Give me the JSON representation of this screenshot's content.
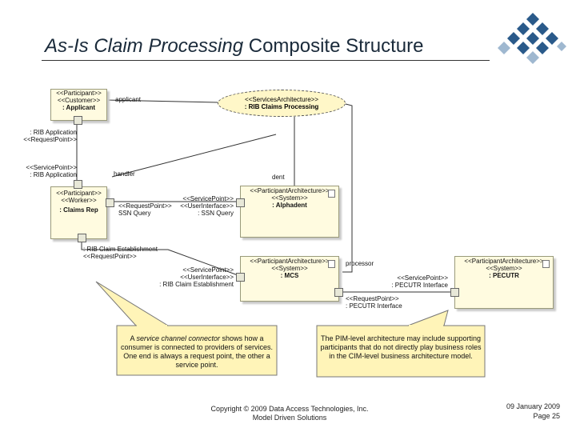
{
  "title": {
    "italic": "As-Is Claim Processing",
    "regular": " Composite Structure"
  },
  "ellipse": {
    "stereotype": "<<ServicesArchitecture>>",
    "name": ": RIB Claims Processing"
  },
  "applicant_box": {
    "st1": "<<Participant>>",
    "st2": "<<Customer>>",
    "name": ": Applicant"
  },
  "claimsrep_box": {
    "st1": "<<Participant>>",
    "st2": "<<Worker>>",
    "name": ": Claims Rep"
  },
  "alphadent_box": {
    "st1": "<<ParticipantArchitecture>>",
    "st2": "<<System>>",
    "name": ": Alphadent"
  },
  "mcs_box": {
    "st1": "<<ParticipantArchitecture>>",
    "st2": "<<System>>",
    "name": ": MCS"
  },
  "pecutr_box": {
    "st1": "<<ParticipantArchitecture>>",
    "st2": "<<System>>",
    "name": ": PECUTR"
  },
  "labels": {
    "applicant": "applicant",
    "handler": "handler",
    "dent": "dent",
    "processor": "processor",
    "rib_app_req_1": ": RIB Application",
    "rib_app_req_2": "<<RequestPoint>>",
    "rib_app_svc_1": "<<ServicePoint>>",
    "rib_app_svc_2": ": RIB Application",
    "ssn_req_1": "<<RequestPoint>>",
    "ssn_req_2": "SSN Query",
    "ssn_svc_1": "<<ServicePoint>>",
    "ssn_svc_2": "<<UserInterface>>",
    "ssn_svc_3": ": SSN Query",
    "est_req_1": ": RIB Claim Establishment",
    "est_req_2": "<<RequestPoint>>",
    "est_svc_1": "<<ServicePoint>>",
    "est_svc_2": "<<UserInterface>>",
    "est_svc_3": ": RIB Claim Establishment",
    "pec_svc_1": "<<ServicePoint>>",
    "pec_svc_2": ": PECUTR Interface",
    "pec_req_1": "<<RequestPoint>>",
    "pec_req_2": ": PECUTR Interface"
  },
  "note_left": {
    "pre": "A ",
    "italic": "service channel connector",
    "post": " shows how a consumer is connected to providers of services. One end is always a request point, the other a service point."
  },
  "note_right": "The PIM-level architecture may include supporting participants that do not directly play business roles in the CIM-level business architecture model.",
  "footer": {
    "copyright": "Copyright © 2009 Data Access Technologies, Inc.",
    "company": "Model Driven Solutions",
    "date": "09 January 2009",
    "page": "Page 25"
  }
}
